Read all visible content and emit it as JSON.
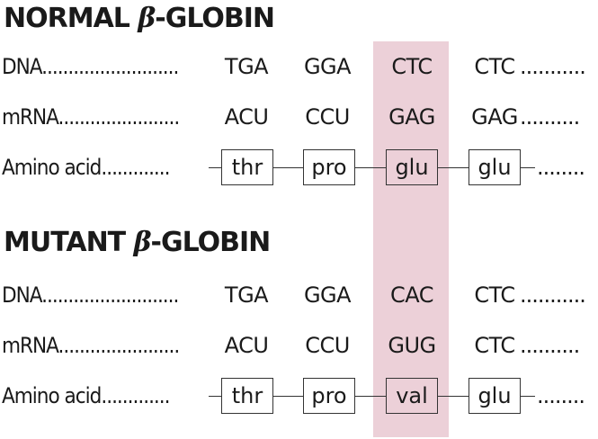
{
  "sections": [
    {
      "heading_pre": "NORMAL ",
      "heading_beta": "β",
      "heading_post": "-GLOBIN",
      "dna_label": "DNA..........................",
      "mrna_label": "mRNA.......................",
      "aa_label": "Amino acid.............",
      "dna_codons": [
        "TGA",
        "GGA",
        "CTC",
        "CTC"
      ],
      "mrna_codons": [
        "ACU",
        "CCU",
        "GAG",
        "GAG"
      ],
      "amino_acids": [
        "thr",
        "pro",
        "glu",
        "glu"
      ],
      "dna_trail": "...........",
      "mrna_trail": "..........",
      "aa_trail": "........"
    },
    {
      "heading_pre": "MUTANT ",
      "heading_beta": "β",
      "heading_post": "-GLOBIN",
      "dna_label": "DNA..........................",
      "mrna_label": "mRNA.......................",
      "aa_label": "Amino acid.............",
      "dna_codons": [
        "TGA",
        "GGA",
        "CAC",
        "CTC"
      ],
      "mrna_codons": [
        "ACU",
        "CCU",
        "GUG",
        "CTC"
      ],
      "amino_acids": [
        "thr",
        "pro",
        "val",
        "glu"
      ],
      "dna_trail": "...........",
      "mrna_trail": "..........",
      "aa_trail": "........"
    }
  ],
  "highlight_color": "#ecd0d8",
  "highlighted_codon_index": 2
}
